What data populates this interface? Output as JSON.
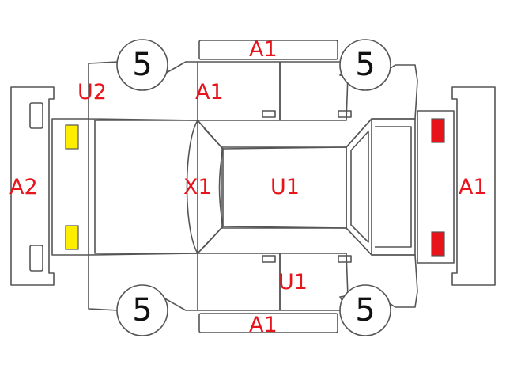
{
  "colors": {
    "outline": "#555555",
    "damage_label": "#e8141c",
    "front_light": "#ffee00",
    "rear_light": "#e8141c",
    "wheel_number": "#111111"
  },
  "wheels": {
    "front_left": "5",
    "rear_left": "5",
    "front_right": "5",
    "rear_right": "5"
  },
  "labels": {
    "top_side": "A1",
    "upper_door": "A1",
    "front_corner": "U2",
    "front_bumper": "A2",
    "hood": "X1",
    "roof": "U1",
    "rear_bumper": "A1",
    "lower_door": "U1",
    "bottom_side": "A1"
  }
}
